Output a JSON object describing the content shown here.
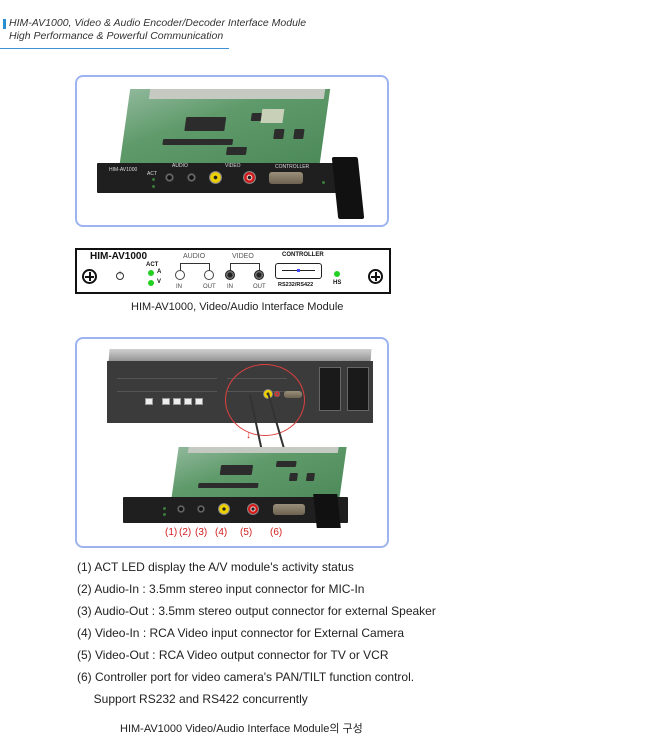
{
  "header": {
    "title": "HIM-AV1000, Video & Audio Encoder/Decoder Interface Module",
    "subtitle": "High Performance & Powerful Communication",
    "accent_color": "#2a8fd0"
  },
  "photo1": {
    "faceplate_labels": {
      "model": "HIM-AV1000",
      "act": "ACT",
      "led_a": "A",
      "led_v": "V",
      "audio": "AUDIO",
      "video": "VIDEO",
      "controller": "CONTROLLER",
      "in": "IN",
      "out": "OUT",
      "serial": "RS232/RS422",
      "hs": "HS"
    }
  },
  "panel_diagram": {
    "model": "HIM-AV1000",
    "act_label": "ACT",
    "led_a": "A",
    "led_v": "V",
    "audio_label": "AUDIO",
    "video_label": "VIDEO",
    "controller_label": "CONTROLLER",
    "audio_in": "IN",
    "audio_out": "OUT",
    "video_in": "IN",
    "video_out": "OUT",
    "serial_label": "RS232/RS422",
    "hs_label": "HS",
    "led_color": "#22d022"
  },
  "caption1": "HIM-AV1000, Video/Audio Interface Module",
  "photo2": {
    "callouts": [
      "(1)",
      "(2)",
      "(3)",
      "(4)",
      "(5)",
      "(6)"
    ],
    "callout_color": "#d32020"
  },
  "descriptions": [
    "(1) ACT LED display the A/V module's activity status",
    "(2) Audio-In : 3.5mm stereo input connector for MIC-In",
    "(3) Audio-Out : 3.5mm stereo output connector for external Speaker",
    "(4) Video-In : RCA Video input connector for External Camera",
    "(5) Video-Out : RCA Video output connector for TV or VCR",
    "(6) Controller port for video camera's PAN/TILT function control.",
    "     Support RS232 and RS422 concurrently"
  ],
  "caption2": "HIM-AV1000 Video/Audio Interface Module의 구성"
}
